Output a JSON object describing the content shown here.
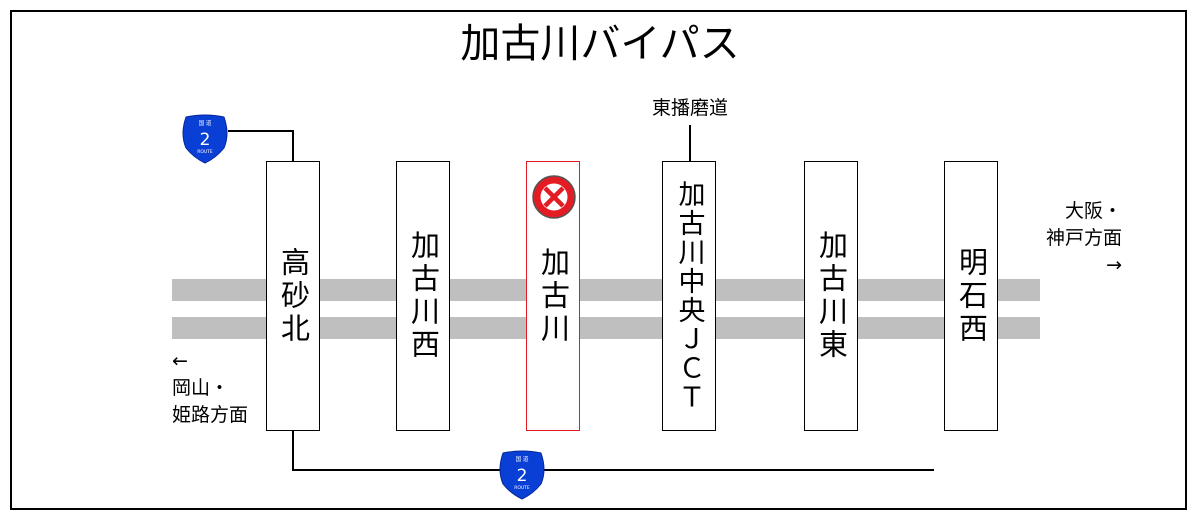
{
  "title": "加古川バイパス",
  "stations": [
    {
      "name": "高砂北"
    },
    {
      "name": "加古川西"
    },
    {
      "name": "加古川",
      "status": "closed"
    },
    {
      "name": "加古川中央ＪＣＴ"
    },
    {
      "name": "加古川東"
    },
    {
      "name": "明石西"
    }
  ],
  "connection_label": "東播磨道",
  "directions": {
    "left_arrow": "←",
    "left_line1": "岡山・",
    "left_line2": "姫路方面",
    "right_line1": "大阪・",
    "right_line2": "神戸方面",
    "right_arrow": "→"
  },
  "route_shield": {
    "top_text": "国 道",
    "number": "2",
    "bottom_text": "ROUTE",
    "color": "#0a3fd6"
  },
  "colors": {
    "road": "#bfbfbf",
    "closed_ring": "#e31b23",
    "highlight_border": "#e31b23"
  }
}
